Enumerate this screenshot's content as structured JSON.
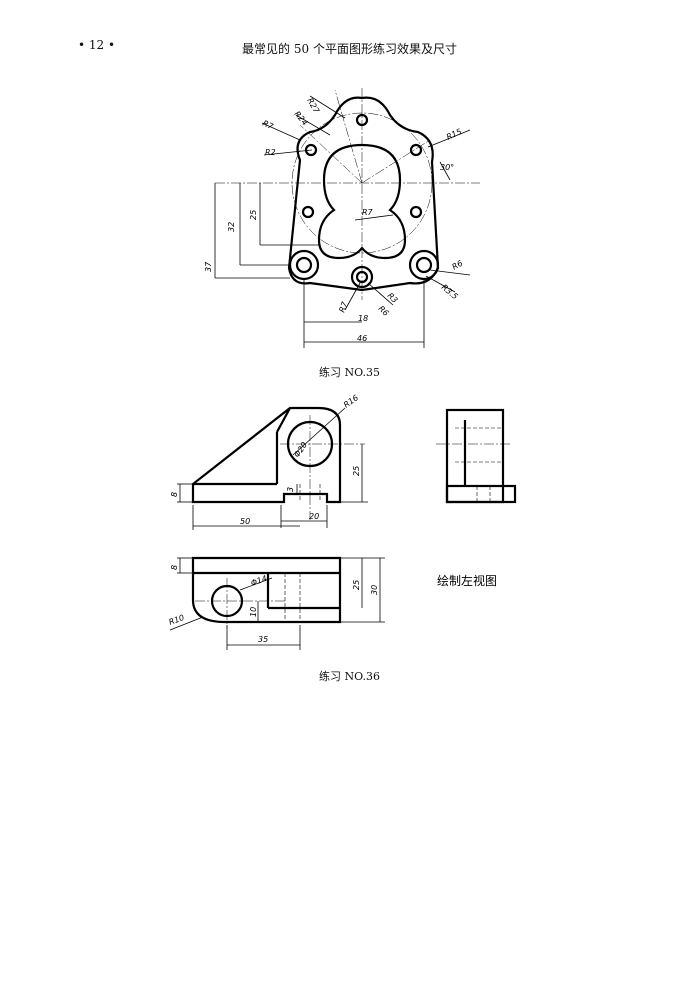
{
  "header": {
    "page_number": "• 12 •",
    "title": "最常见的 50 个平面图形练习效果及尺寸"
  },
  "exercise35": {
    "caption": "练习 NO.35",
    "dims": {
      "r27": "R27",
      "r24": "R24",
      "r7_top": "R7",
      "r2": "R2",
      "r15": "R15",
      "a30": "30°",
      "r7_mid": "R7",
      "d32": "32",
      "d25": "25",
      "d37": "37",
      "r6": "R6",
      "r35": "R3.5",
      "r7_bot": "R7",
      "r3": "R3",
      "r6_bot": "R6",
      "d18": "18",
      "d46": "46"
    }
  },
  "exercise36": {
    "caption": "练习 NO.36",
    "task_note": "绘制左视图",
    "dims": {
      "r16": "R16",
      "phi20": "Φ20",
      "d25": "25",
      "d8": "8",
      "d3": "3",
      "d50": "50",
      "d20": "20",
      "d8_plan": "8",
      "phi14": "Φ14",
      "r10": "R10",
      "d10": "10",
      "d25_plan": "25",
      "d30": "30",
      "d35": "35"
    }
  }
}
